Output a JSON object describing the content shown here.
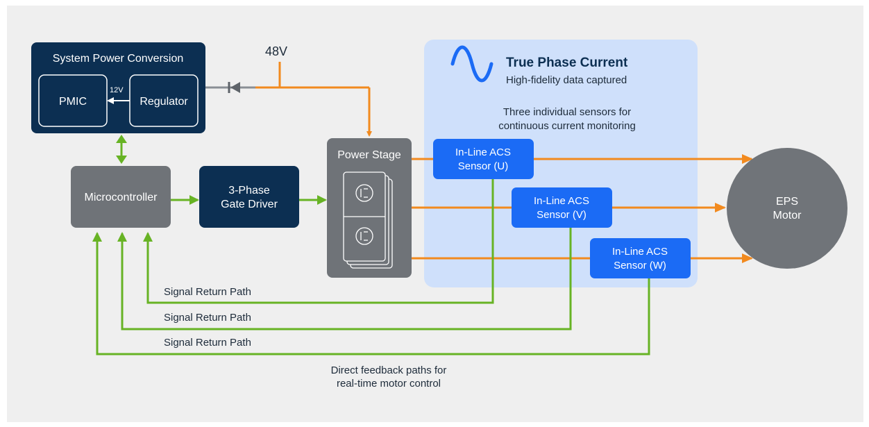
{
  "system_power": {
    "title": "System Power Conversion",
    "pmic": "PMIC",
    "regulator": "Regulator",
    "v12": "12V"
  },
  "supply": {
    "v48": "48V"
  },
  "microcontroller": "Microcontroller",
  "gate_driver": {
    "line1": "3-Phase",
    "line2": "Gate Driver"
  },
  "power_stage": "Power Stage",
  "true_phase": {
    "title": "True Phase Current",
    "subtitle": "High-fidelity data captured",
    "desc1": "Three individual sensors for",
    "desc2": "continuous current monitoring"
  },
  "sensors": [
    {
      "line1": "In-Line ACS",
      "line2": "Sensor (U)"
    },
    {
      "line1": "In-Line ACS",
      "line2": "Sensor (V)"
    },
    {
      "line1": "In-Line ACS",
      "line2": "Sensor (W)"
    }
  ],
  "motor": {
    "line1": "EPS",
    "line2": "Motor"
  },
  "signal_returns": [
    "Signal Return Path",
    "Signal Return Path",
    "Signal Return Path"
  ],
  "feedback": {
    "line1": "Direct feedback paths for",
    "line2": "real-time motor control"
  },
  "colors": {
    "navy": "#0c2f52",
    "blue": "#1b6bf5",
    "gray": "#6f7378",
    "orange": "#f28a1e",
    "green": "#67b324",
    "light_blue": "#cfe0fb",
    "motor": "#707479"
  }
}
